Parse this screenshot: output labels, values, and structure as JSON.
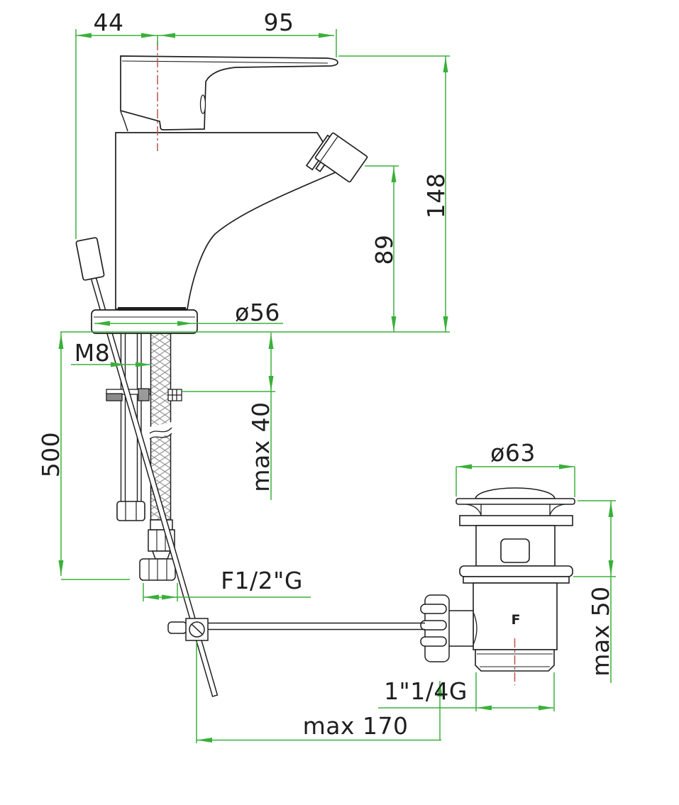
{
  "drawing": {
    "type": "technical-dimension-drawing",
    "subject": "bidet single-lever mixer with pop-up waste",
    "colors": {
      "line": "#1f1f1f",
      "dimension": "#3ab03a",
      "centerline": "#b8554f",
      "braid": "#9a9a9a",
      "background": "#ffffff"
    },
    "labels": {
      "dim_handle_offset": "44",
      "dim_spout_reach": "95",
      "dim_total_height": "148",
      "dim_spout_height": "89",
      "dim_base_diameter": "ø56",
      "thread_stud": "M8",
      "dim_deck_thickness": "max 40",
      "dim_hose_length": "500",
      "thread_inlet": "F1/2\"G",
      "dim_waste_flange_diameter": "ø63",
      "dim_basin_thickness": "max 50",
      "thread_waste_outlet": "1\"1/4G",
      "dim_rod_reach": "max 170",
      "waste_body_marking": "F"
    }
  }
}
